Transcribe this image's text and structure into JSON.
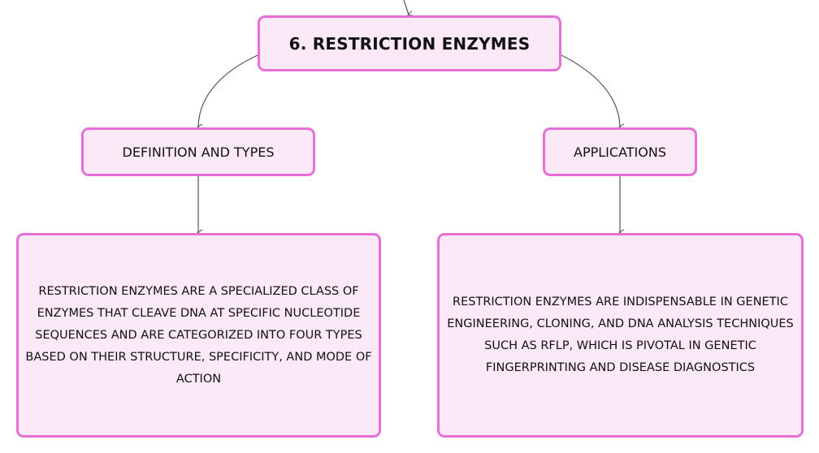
{
  "mindmap": {
    "root": {
      "label": "6. RESTRICTION ENZYMES"
    },
    "branches": [
      {
        "label": "DEFINITION AND TYPES",
        "detail": "RESTRICTION ENZYMES ARE A SPECIALIZED CLASS OF ENZYMES THAT CLEAVE DNA AT SPECIFIC NUCLEOTIDE SEQUENCES AND ARE CATEGORIZED INTO FOUR TYPES BASED ON THEIR STRUCTURE, SPECIFICITY, AND MODE OF ACTION"
      },
      {
        "label": "APPLICATIONS",
        "detail": "RESTRICTION ENZYMES ARE INDISPENSABLE IN GENETIC ENGINEERING, CLONING, AND DNA ANALYSIS TECHNIQUES SUCH AS RFLP, WHICH IS PIVOTAL IN GENETIC FINGERPRINTING AND DISEASE DIAGNOSTICS"
      }
    ]
  },
  "colors": {
    "node_fill": "#fbe9f8",
    "node_border": "#e86fd6",
    "connector": "#555555"
  }
}
